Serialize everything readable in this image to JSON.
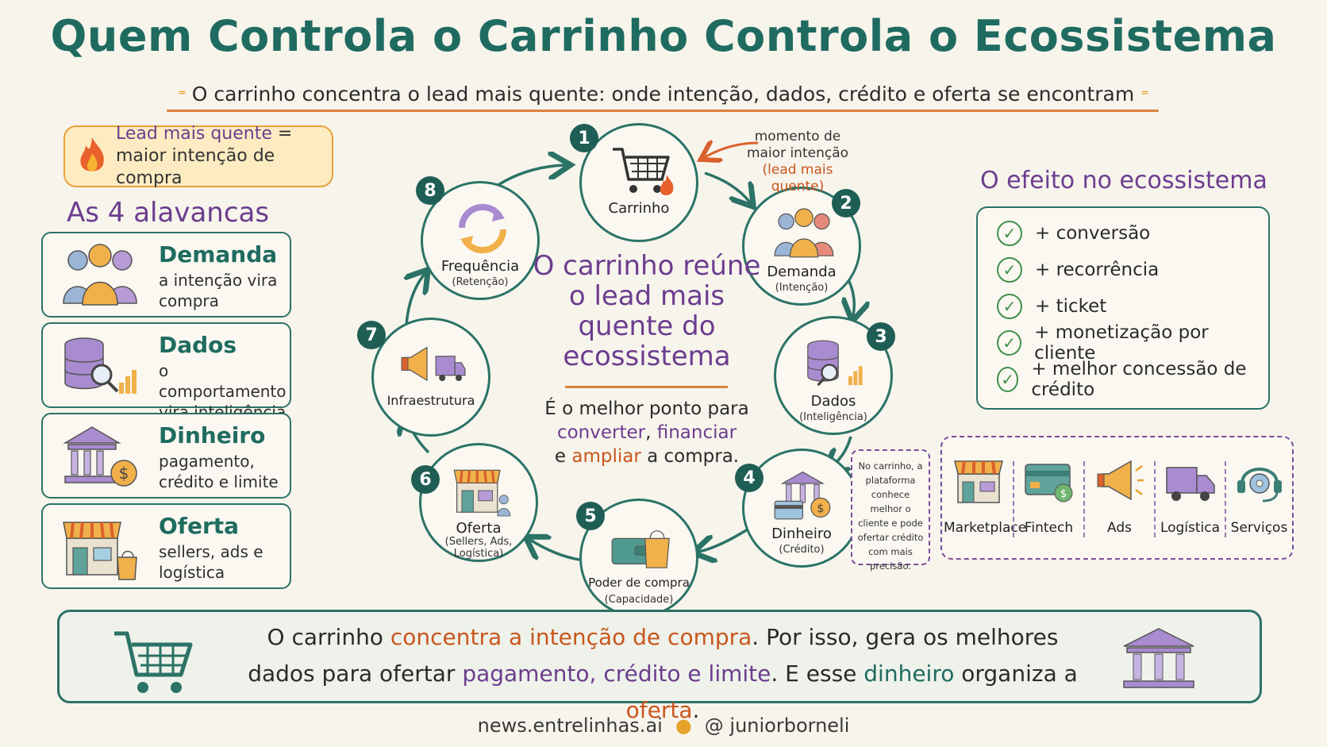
{
  "title": "Quem Controla o Carrinho Controla o Ecossistema",
  "subtitle": "O carrinho concentra o lead mais quente: onde intenção, dados, crédito e oferta se encontram",
  "lead_callout": {
    "highlight": "Lead mais quente",
    "line1_rest": " =",
    "line2": "maior intenção de compra",
    "icon": "flame-icon"
  },
  "levers": {
    "heading": "As 4 alavancas",
    "items": [
      {
        "name": "Demanda",
        "desc": "a intenção vira compra",
        "icon": "people-icon"
      },
      {
        "name": "Dados",
        "desc": "o comportamento vira inteligência",
        "icon": "database-icon"
      },
      {
        "name": "Dinheiro",
        "desc": "pagamento, crédito e limite",
        "icon": "bank-icon"
      },
      {
        "name": "Oferta",
        "desc": "sellers, ads e logística",
        "icon": "storefront-icon"
      }
    ]
  },
  "cycle": {
    "nodes": [
      {
        "num": "1",
        "label": "Carrinho",
        "sub": "",
        "icon": "cart-icon"
      },
      {
        "num": "2",
        "label": "Demanda",
        "sub": "(Intenção)",
        "icon": "people-icon"
      },
      {
        "num": "3",
        "label": "Dados",
        "sub": "(Inteligência)",
        "icon": "database-icon"
      },
      {
        "num": "4",
        "label": "Dinheiro",
        "sub": "(Crédito)",
        "icon": "bank-icon"
      },
      {
        "num": "5",
        "label": "Poder de compra",
        "sub": "(Capacidade)",
        "icon": "wallet-icon"
      },
      {
        "num": "6",
        "label": "Oferta",
        "sub": "(Sellers, Ads, Logística)",
        "icon": "storefront-icon"
      },
      {
        "num": "7",
        "label": "Infraestrutura",
        "sub": "",
        "icon": "megaphone-icon"
      },
      {
        "num": "8",
        "label": "Frequência",
        "sub": "(Retenção)",
        "icon": "refresh-icon"
      }
    ],
    "moment_note": {
      "line1": "momento de",
      "line2": "maior intenção",
      "hot": "(lead mais quente)"
    },
    "side_note": "No carrinho, a plataforma conhece melhor o cliente e pode ofertar crédito com mais precisão."
  },
  "center": {
    "title": "O carrinho reúne o lead mais quente do ecossistema",
    "body_1": "É o melhor ponto para",
    "body_2_a": "converter",
    "body_2_b": ", ",
    "body_2_c": "financiar",
    "body_3_a": "e ",
    "body_3_b": "ampliar",
    "body_3_c": " a compra."
  },
  "effect": {
    "heading": "O efeito no ecossistema",
    "items": [
      "+ conversão",
      "+ recorrência",
      "+ ticket",
      "+ monetização por cliente",
      "+ melhor concessão de crédito"
    ]
  },
  "ecosystem": {
    "items": [
      {
        "label": "Marketplace",
        "icon": "storefront-icon"
      },
      {
        "label": "Fintech",
        "icon": "card-icon"
      },
      {
        "label": "Ads",
        "icon": "megaphone-icon"
      },
      {
        "label": "Logística",
        "icon": "truck-icon"
      },
      {
        "label": "Serviços",
        "icon": "gear-headset-icon"
      }
    ]
  },
  "banner": {
    "p1": "O carrinho ",
    "p2": "concentra a intenção de compra",
    "p3": ". Por isso, gera os melhores dados para ",
    "p4": "ofertar ",
    "p5": "pagamento, crédito e limite",
    "p6": ". E esse ",
    "p7": "dinheiro",
    "p8": " organiza a ",
    "p9": "oferta",
    "p10": "."
  },
  "footer": {
    "site": "news.entrelinhas.ai",
    "handle": "@ juniorborneli"
  },
  "colors": {
    "teal": "#1f6b60",
    "purple": "#6c3d8f",
    "orange": "#c9561d",
    "gold": "#e5a32b",
    "background": "#f7f4ec"
  }
}
